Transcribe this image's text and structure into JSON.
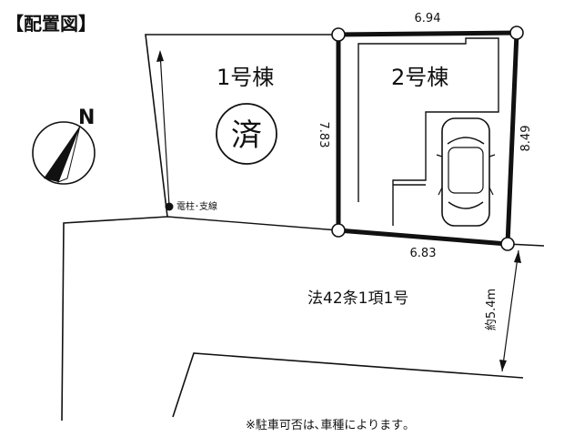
{
  "title": "【配置図】",
  "buildings": {
    "building1": {
      "label": "1号棟",
      "stamp": "済"
    },
    "building2": {
      "label": "2号棟"
    }
  },
  "dimensions": {
    "top": "6.94",
    "bottom": "6.83",
    "left": "7.83",
    "right": "8.49",
    "road_width": "約5.4m"
  },
  "compass": {
    "label": "N"
  },
  "utility_pole": {
    "label": "電柱･支線"
  },
  "road": {
    "label": "法42条1項1号"
  },
  "note": "※駐車可否は､車種によります｡",
  "colors": {
    "line": "#111111",
    "background": "#ffffff"
  }
}
